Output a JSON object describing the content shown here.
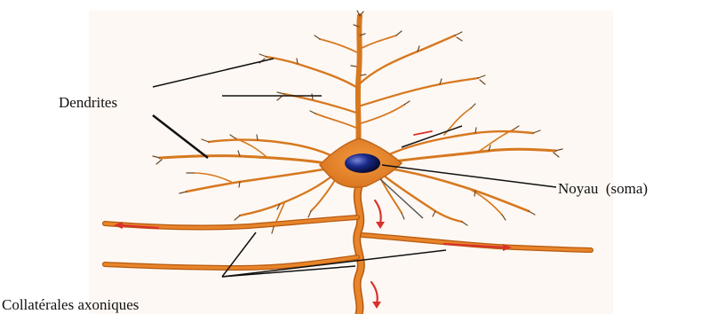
{
  "labels": {
    "dendrites": "Dendrites",
    "noyau": "Noyau  (soma)",
    "collaterales": "Collatérales axoniques"
  },
  "colors": {
    "neuron_fill": "#e8842a",
    "neuron_edge": "#b65a10",
    "dendrite_tip": "#6b4a2a",
    "nucleus": "#101a66",
    "arrow": "#d8322a",
    "pointer": "#111111",
    "background_panel": "#fdf6ef"
  },
  "icons": {
    "nucleus": "dark-blue-oval",
    "signal_arrow": "red-arrow"
  }
}
